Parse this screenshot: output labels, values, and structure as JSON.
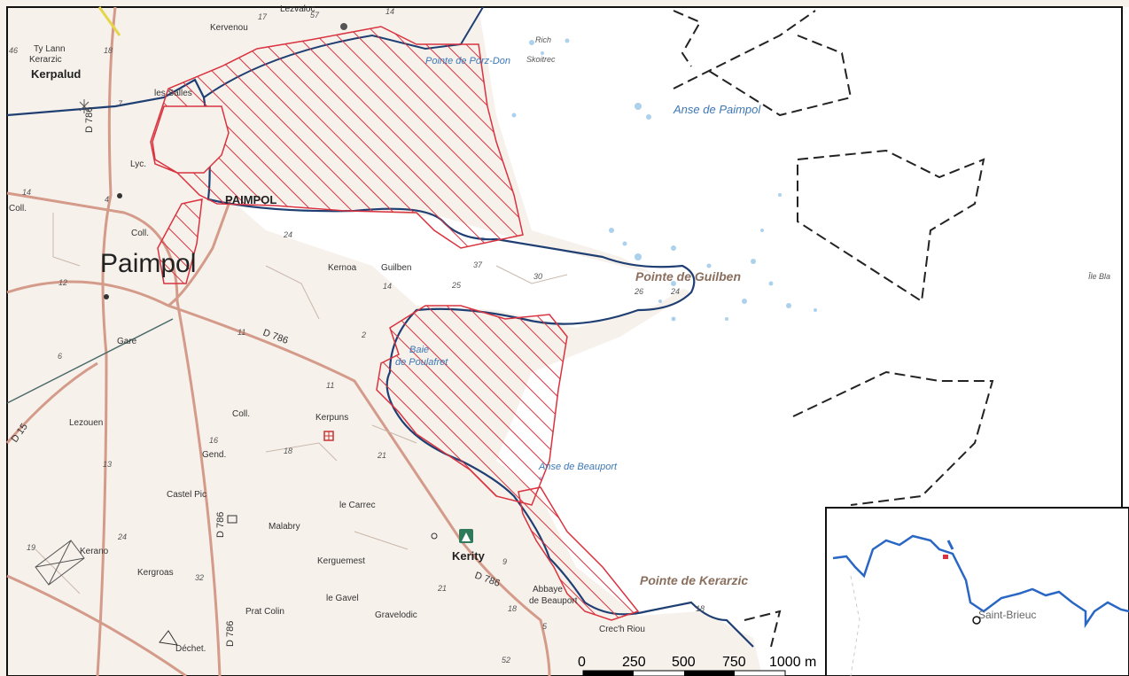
{
  "places": {
    "paimpol_big": "Paimpol",
    "paimpol_bold": "PAIMPOL",
    "kerpalud": "Kerpalud",
    "ty_lann": "Ty Lann",
    "kerarzic_nw": "Kerarzic",
    "kervenou": "Kervenou",
    "lezvaloc": "Lezvaloc",
    "les_salles": "les Salles",
    "lyc": "Lyc.",
    "coll_w": "Coll.",
    "coll_c": "Coll.",
    "coll_s": "Coll.",
    "kernoa": "Kernoa",
    "guilben": "Guilben",
    "lezouen": "Lezouen",
    "kerpuns": "Kerpuns",
    "gend": "Gend.",
    "castel_pic": "Castel Pic",
    "le_carrec": "le Carrec",
    "malabry": "Malabry",
    "kerano": "Kerano",
    "kergroas": "Kergroas",
    "kerguemest": "Kerguemest",
    "kerity": "Kerity",
    "le_gavel": "le Gavel",
    "prat_colin": "Prat Colin",
    "gravelodic": "Gravelodic",
    "abbaye": "Abbaye",
    "de_beauport": "de Beauport",
    "crec_h_riou": "Crec'h Riou",
    "gare": "Gare",
    "dechet": "Déchet.",
    "rich_skoitrec": "Rich",
    "skoitrec": "Skoitrec",
    "ile_bla": "Île Bla"
  },
  "water": {
    "anse_paimpol": "Anse de Paimpol",
    "baie_line1": "Baie",
    "baie_line2": "de Poulafret",
    "anse_beauport": "Anse de Beauport"
  },
  "points": {
    "pointe_guilben": "Pointe de Guilben",
    "pointe_kerarzic": "Pointe de Kerarzic",
    "pointe_porz_don": "Pointe de Porz-Don"
  },
  "roads": {
    "d786_a": "D 786",
    "d786_b": "D 786",
    "d786_c": "D 786",
    "d786_d": "D 786",
    "d786_e": "D 786",
    "d15": "D 15"
  },
  "heights": [
    "17",
    "57",
    "14",
    "18",
    "46",
    "7",
    "14",
    "24",
    "14",
    "25",
    "37",
    "30",
    "26",
    "24",
    "11",
    "11",
    "16",
    "13",
    "18",
    "21",
    "24",
    "19",
    "32",
    "21",
    "9",
    "18",
    "5",
    "52",
    "12",
    "6",
    "18",
    "4",
    "2"
  ],
  "scale": {
    "labels": [
      "0",
      "250",
      "500",
      "750",
      "1000 m"
    ],
    "units_note": ""
  },
  "inset": {
    "city": "Saint-Brieuc"
  },
  "colors": {
    "hatch": "#d9333f",
    "coast": "#1f3f73",
    "road": "#d49a8a",
    "dashed": "#222222",
    "water_speck": "#8fc2e8"
  }
}
